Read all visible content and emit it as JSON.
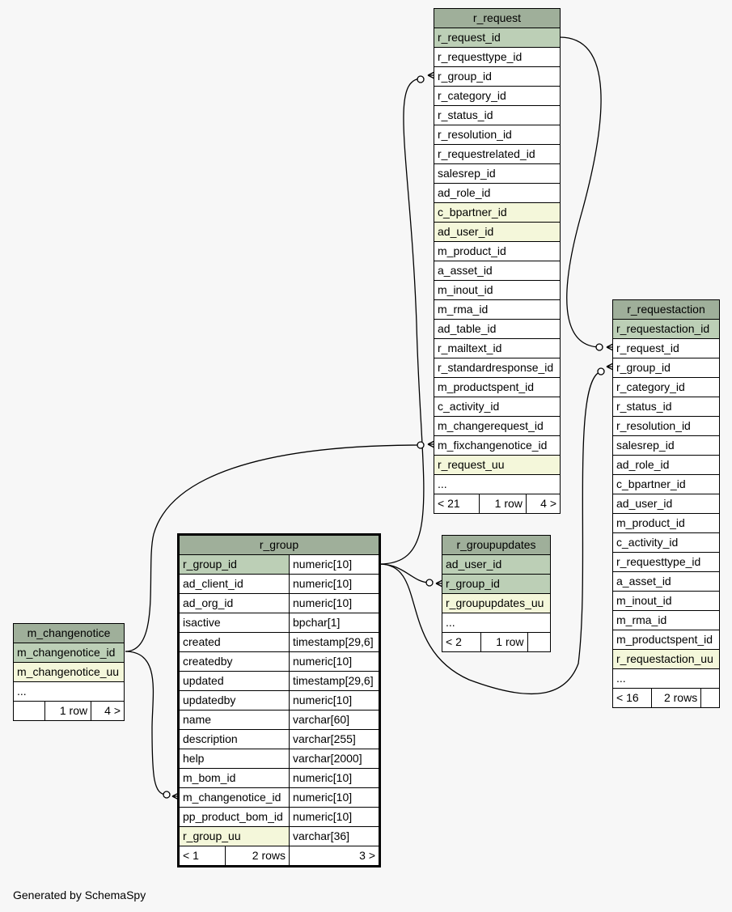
{
  "tables": {
    "r_request": {
      "name": "r_request",
      "columns": [
        "r_request_id",
        "r_requesttype_id",
        "r_group_id",
        "r_category_id",
        "r_status_id",
        "r_resolution_id",
        "r_requestrelated_id",
        "salesrep_id",
        "ad_role_id",
        "c_bpartner_id",
        "ad_user_id",
        "m_product_id",
        "a_asset_id",
        "m_inout_id",
        "m_rma_id",
        "ad_table_id",
        "r_mailtext_id",
        "r_standardresponse_id",
        "m_productspent_id",
        "c_activity_id",
        "m_changerequest_id",
        "m_fixchangenotice_id",
        "r_request_uu",
        "..."
      ],
      "footer": [
        "< 21",
        "1 row",
        "4 >"
      ]
    },
    "r_requestaction": {
      "name": "r_requestaction",
      "columns": [
        "r_requestaction_id",
        "r_request_id",
        "r_group_id",
        "r_category_id",
        "r_status_id",
        "r_resolution_id",
        "salesrep_id",
        "ad_role_id",
        "c_bpartner_id",
        "ad_user_id",
        "m_product_id",
        "c_activity_id",
        "r_requesttype_id",
        "a_asset_id",
        "m_inout_id",
        "m_rma_id",
        "m_productspent_id",
        "r_requestaction_uu",
        "..."
      ],
      "footer": [
        "< 16",
        "2 rows",
        ""
      ]
    },
    "r_groupupdates": {
      "name": "r_groupupdates",
      "columns": [
        "ad_user_id",
        "r_group_id",
        "r_groupupdates_uu",
        "..."
      ],
      "footer": [
        "< 2",
        "1 row",
        ""
      ]
    },
    "m_changenotice": {
      "name": "m_changenotice",
      "columns": [
        "m_changenotice_id",
        "m_changenotice_uu",
        "..."
      ],
      "footer": [
        "",
        "1 row",
        "4 >"
      ]
    },
    "r_group": {
      "name": "r_group",
      "columns": [
        [
          "r_group_id",
          "numeric[10]"
        ],
        [
          "ad_client_id",
          "numeric[10]"
        ],
        [
          "ad_org_id",
          "numeric[10]"
        ],
        [
          "isactive",
          "bpchar[1]"
        ],
        [
          "created",
          "timestamp[29,6]"
        ],
        [
          "createdby",
          "numeric[10]"
        ],
        [
          "updated",
          "timestamp[29,6]"
        ],
        [
          "updatedby",
          "numeric[10]"
        ],
        [
          "name",
          "varchar[60]"
        ],
        [
          "description",
          "varchar[255]"
        ],
        [
          "help",
          "varchar[2000]"
        ],
        [
          "m_bom_id",
          "numeric[10]"
        ],
        [
          "m_changenotice_id",
          "numeric[10]"
        ],
        [
          "pp_product_bom_id",
          "numeric[10]"
        ],
        [
          "r_group_uu",
          "varchar[36]"
        ]
      ],
      "footer": [
        "< 1",
        "2 rows",
        "3 >"
      ]
    }
  },
  "credit": "Generated by SchemaSpy",
  "colors": {
    "header": "#9faf9a",
    "primary_key": "#bccfb6",
    "unique": "#f4f7da",
    "background": "#f7f7f7"
  }
}
